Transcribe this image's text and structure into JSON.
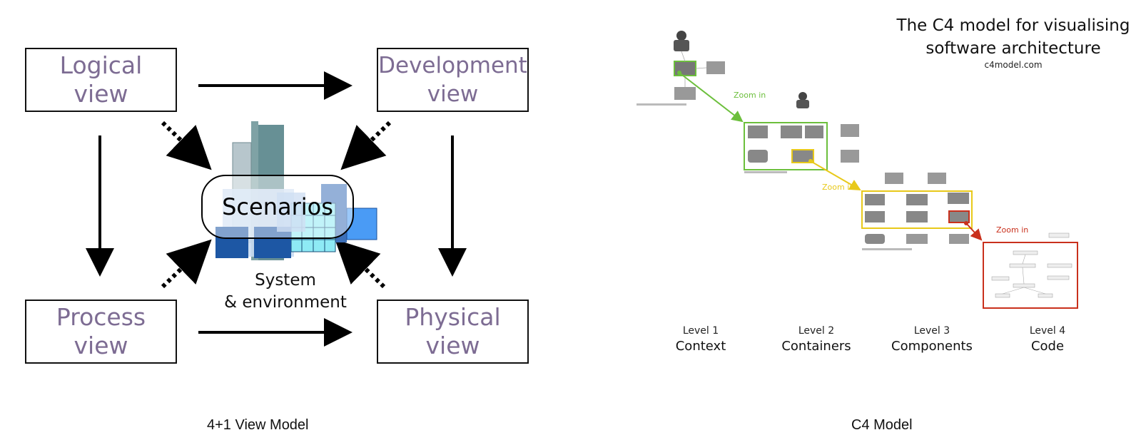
{
  "left": {
    "views": {
      "logical": [
        "Logical",
        "view"
      ],
      "development": [
        "Development",
        "view"
      ],
      "process": [
        "Process",
        "view"
      ],
      "physical": [
        "Physical",
        "view"
      ]
    },
    "scenarios": "Scenarios",
    "system": [
      "System",
      "& environment"
    ],
    "caption": "4+1 View Model"
  },
  "right": {
    "title": [
      "The C4 model for visualising",
      "software architecture"
    ],
    "url": "c4model.com",
    "zoom_label": "Zoom in",
    "levels": [
      {
        "num": "Level 1",
        "name": "Context"
      },
      {
        "num": "Level 2",
        "name": "Containers"
      },
      {
        "num": "Level 3",
        "name": "Components"
      },
      {
        "num": "Level 4",
        "name": "Code"
      }
    ],
    "caption": "C4 Model"
  },
  "colors": {
    "view_text": "#7d6c93",
    "zoom_green": "#6cbf3c",
    "zoom_yellow": "#e8c91a",
    "zoom_red": "#c9301c"
  }
}
